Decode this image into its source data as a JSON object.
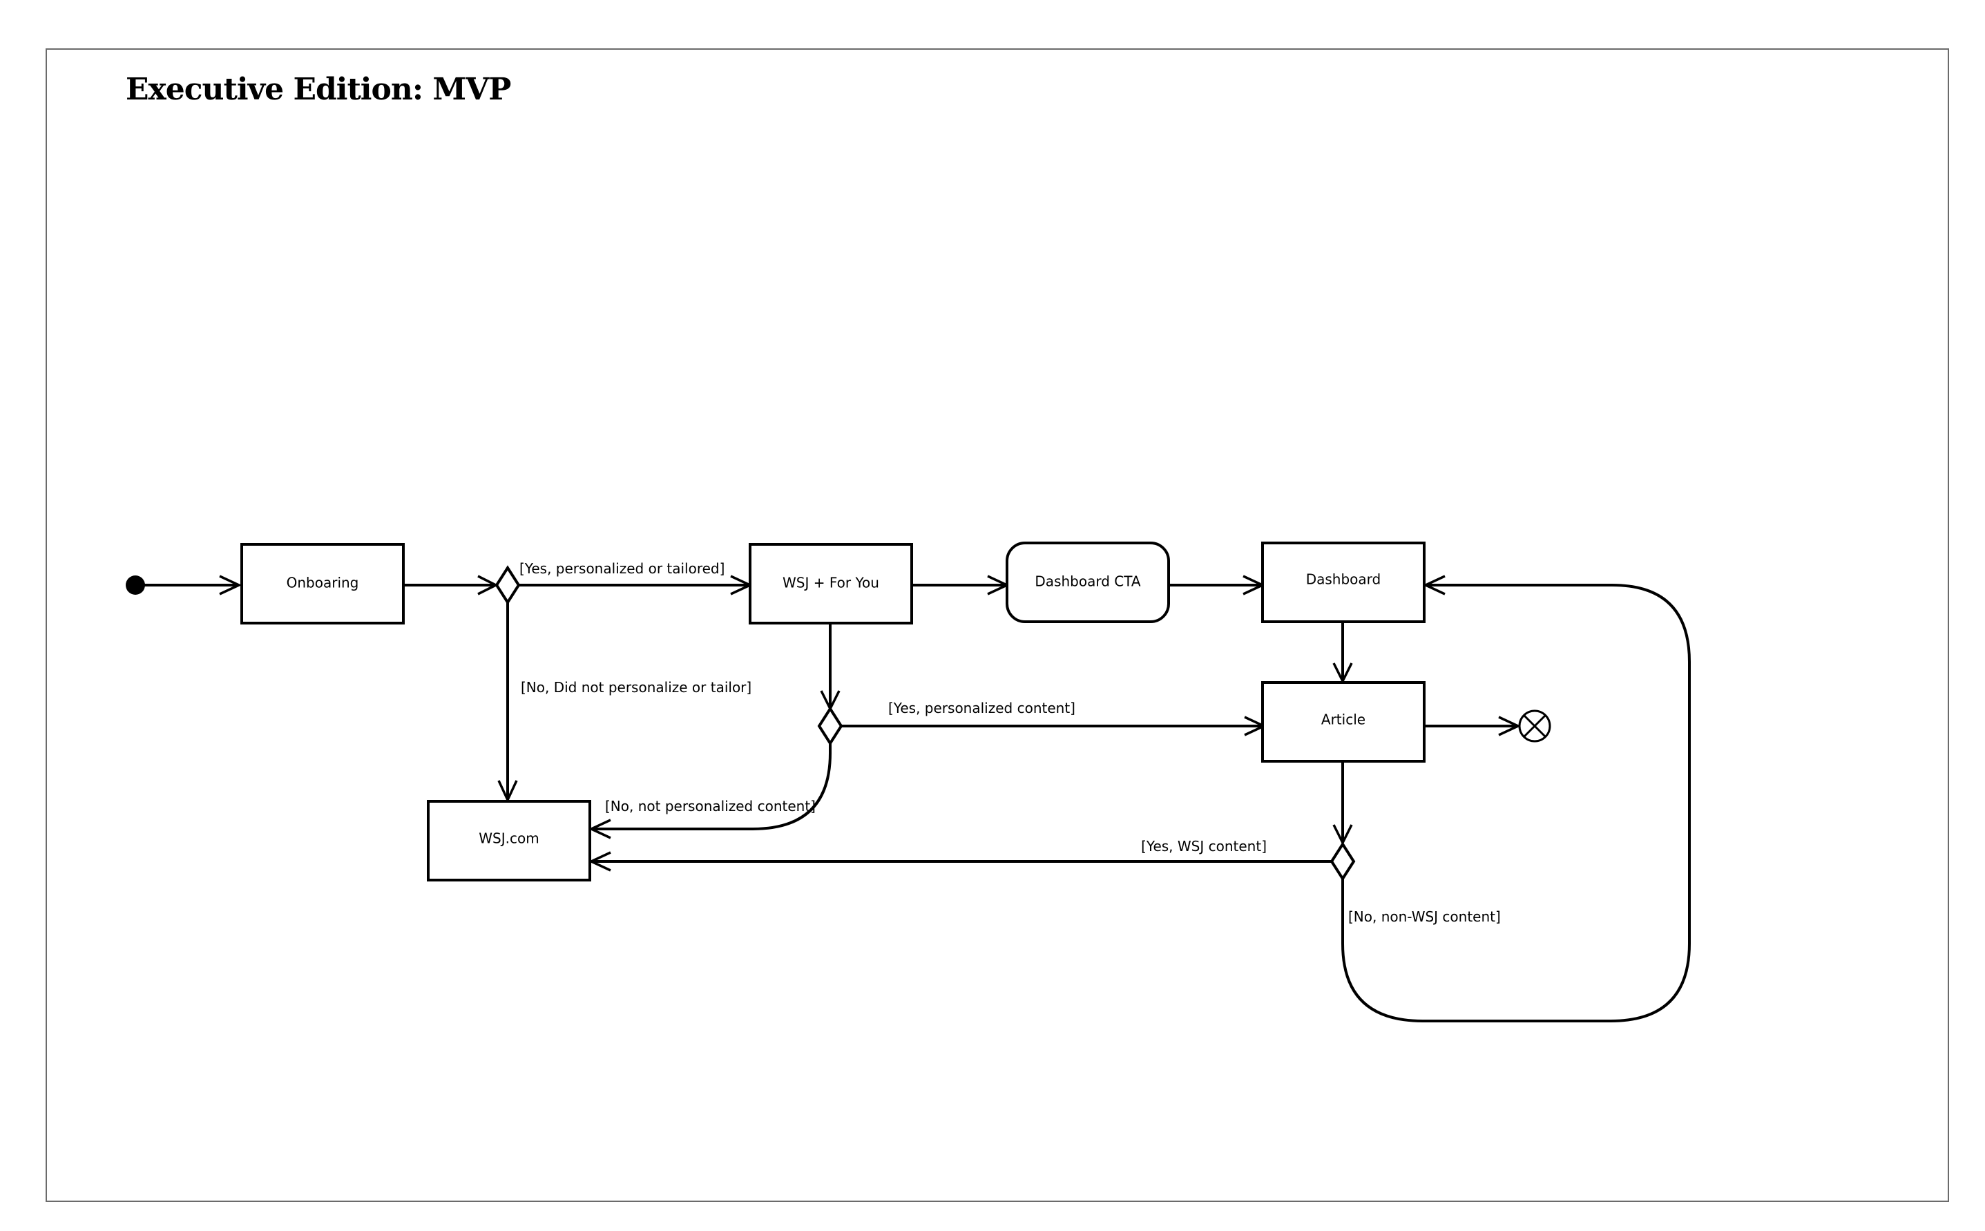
{
  "title": "Executive Edition: MVP",
  "nodes": {
    "onboarding": "Onboaring",
    "wsj_for_you": "WSJ + For You",
    "dashboard_cta": "Dashboard CTA",
    "dashboard": "Dashboard",
    "article": "Article",
    "wsj_com": "WSJ.com"
  },
  "guards": {
    "yes_personalized_tailored": "[Yes, personalized or tailored]",
    "no_personalize_tailor": "[No, Did not personalize or tailor]",
    "yes_personalized_content": "[Yes, personalized content]",
    "no_not_personalized_content": "[No, not personalized content]",
    "yes_wsj_content": "[Yes, WSJ content]",
    "no_non_wsj_content": "[No, non-WSJ content]"
  }
}
